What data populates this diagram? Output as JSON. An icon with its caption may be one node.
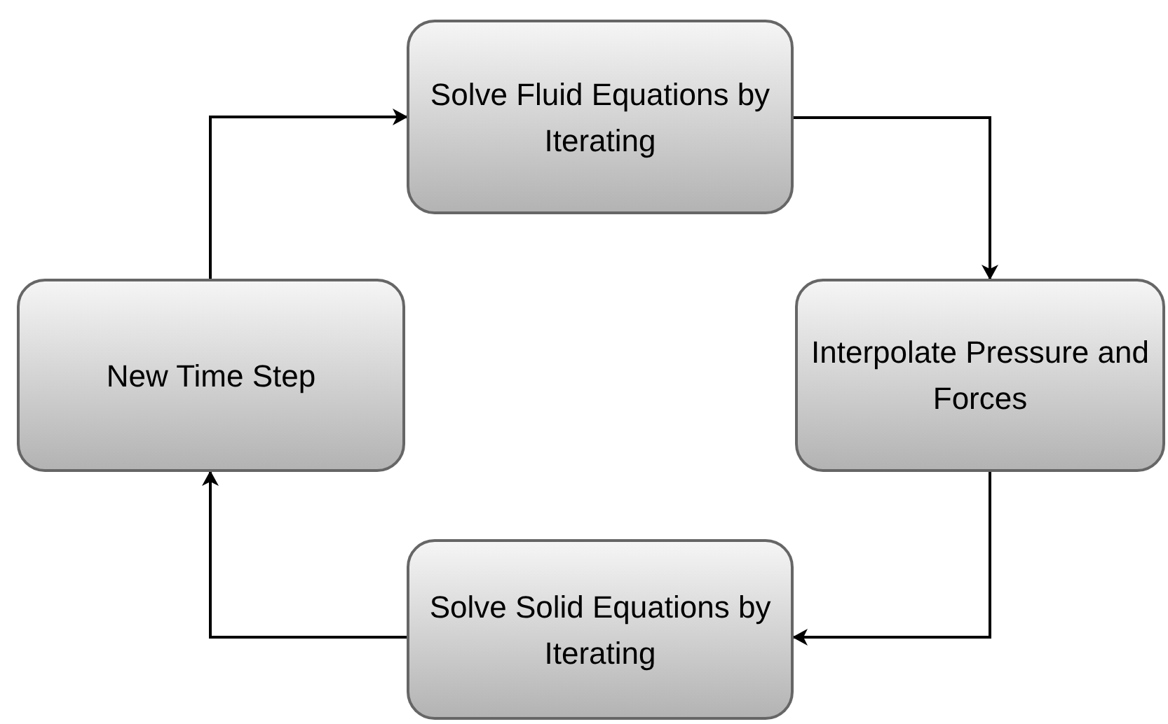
{
  "diagram": {
    "nodes": [
      {
        "text": [
          "Solve Fluid Equations by Iterating"
        ]
      },
      {
        "text": [
          "Interpolate Pressure and Forces"
        ]
      },
      {
        "text": [
          "Solve Solid Equations by Iterating"
        ]
      },
      {
        "text": [
          "New Time Step"
        ]
      }
    ],
    "edges": [
      {
        "from": 3,
        "to": 0,
        "arrow": "to"
      },
      {
        "from": 0,
        "to": 1,
        "arrow": "to"
      },
      {
        "from": 1,
        "to": 2,
        "arrow": "to"
      },
      {
        "from": 2,
        "to": 3,
        "arrow": "to"
      }
    ]
  }
}
